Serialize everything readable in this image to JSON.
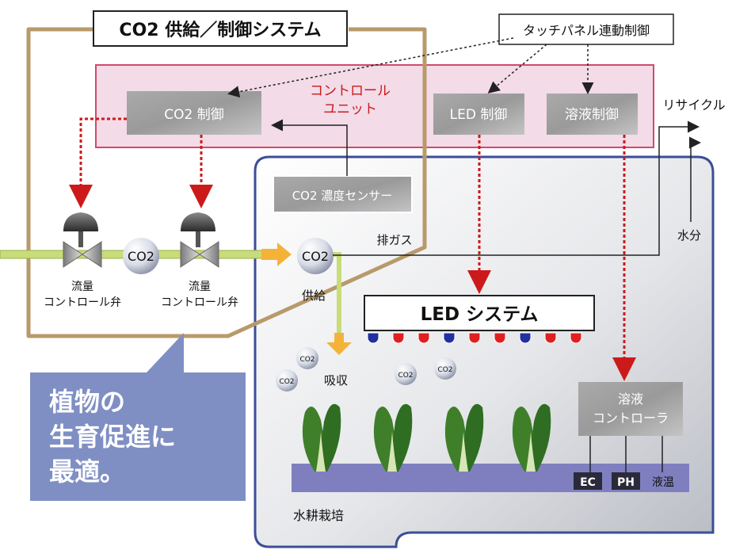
{
  "title": "CO2 供給／制御システム",
  "touch_panel": "タッチパネル連動制御",
  "control_unit": {
    "line1": "コントロール",
    "line2": "ユニット"
  },
  "co2_control": "CO2 制御",
  "led_control": "LED 制御",
  "solution_control": "溶液制御",
  "co2_sensor": "CO2 濃度センサー",
  "recycle": "リサイクル",
  "water": "水分",
  "exhaust": "排ガス",
  "supply": "供給",
  "absorb": "吸収",
  "co2": "CO2",
  "valve_label": {
    "line1": "流量",
    "line2": "コントロール弁"
  },
  "led_system": "LED システム",
  "solution_controller": {
    "line1": "溶液",
    "line2": "コントローラ"
  },
  "sensors": [
    "EC",
    "PH",
    "液温"
  ],
  "hydroponics": "水耕栽培",
  "callout": [
    "植物の",
    "生育促進に",
    "最適。"
  ],
  "colors": {
    "tan": "#b89a6a",
    "pink_fill": "#f3dbe8",
    "red": "#cc1a1a",
    "blue_callout": "#7f8fc4",
    "led_red": "#e02020",
    "led_blue": "#2030a0",
    "pipe_green": "#c8dc7a"
  }
}
